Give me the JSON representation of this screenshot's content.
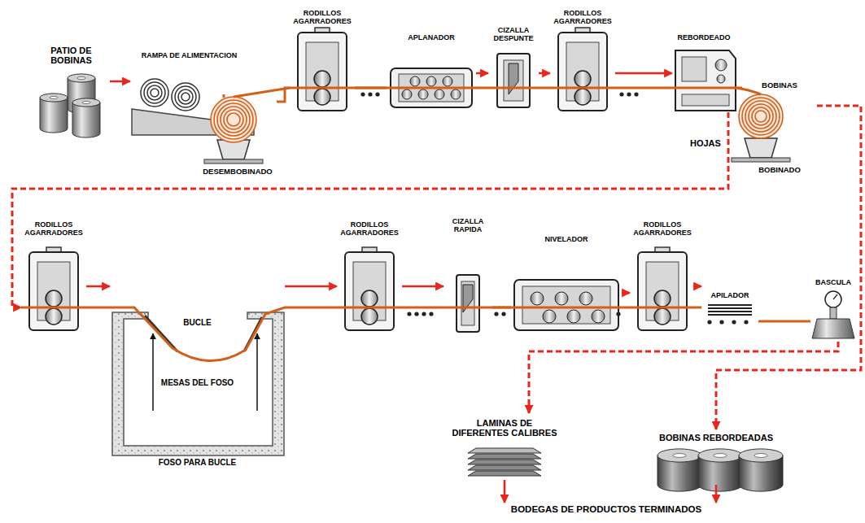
{
  "diagram": {
    "nodes": [
      {
        "text": [
          "PATIO DE BOBINAS"
        ]
      },
      {
        "text": [
          "RAMPA DE ALIMENTACION"
        ]
      },
      {
        "text": [
          "DESEMBOBINADO"
        ]
      },
      {
        "text": [
          "RODILLOS AGARRADORES"
        ]
      },
      {
        "text": [
          "APLANADOR"
        ]
      },
      {
        "text": [
          "CIZALLA DESPUNTE"
        ]
      },
      {
        "text": [
          "RODILLOS AGARRADORES"
        ]
      },
      {
        "text": [
          "REBORDEADO"
        ]
      },
      {
        "text": [
          "BOBINAS",
          "BOBINADO"
        ]
      },
      {
        "text": [
          "RODILLOS AGARRADORES"
        ]
      },
      {
        "text": [
          "BUCLE",
          "MESAS DEL FOSO",
          "FOSO PARA BUCLE"
        ]
      },
      {
        "text": [
          "RODILLOS AGARRADORES"
        ]
      },
      {
        "text": [
          "CIZALLA RAPIDA"
        ]
      },
      {
        "text": [
          "NIVELADOR"
        ]
      },
      {
        "text": [
          "RODILLOS AGARRADORES"
        ]
      },
      {
        "text": [
          "APILADOR"
        ]
      },
      {
        "text": [
          "BASCULA"
        ]
      },
      {
        "text": [
          "LAMINAS DE DIFERENTES CALIBRES"
        ]
      },
      {
        "text": [
          "BOBINAS REBORDEADAS"
        ]
      },
      {
        "text": [
          "BODEGAS DE PRODUCTOS TERMINADOS"
        ]
      }
    ],
    "edges": [
      {
        "from": 0,
        "to": 1,
        "arrow": "to"
      },
      {
        "from": 1,
        "to": 2,
        "arrow": "none"
      },
      {
        "from": 2,
        "to": 3,
        "arrow": "none"
      },
      {
        "from": 3,
        "to": 4,
        "arrow": "none"
      },
      {
        "from": 4,
        "to": 5,
        "arrow": "to"
      },
      {
        "from": 5,
        "to": 6,
        "arrow": "to"
      },
      {
        "from": 6,
        "to": 7,
        "arrow": "to"
      },
      {
        "from": 7,
        "to": 8,
        "arrow": "none"
      },
      {
        "from": 7,
        "to": 9,
        "label": "HOJAS",
        "arrow": "to"
      },
      {
        "from": 8,
        "to": 18,
        "arrow": "to"
      },
      {
        "from": 9,
        "to": 10,
        "arrow": "to"
      },
      {
        "from": 10,
        "to": 11,
        "arrow": "to"
      },
      {
        "from": 11,
        "to": 12,
        "arrow": "to"
      },
      {
        "from": 12,
        "to": 13,
        "arrow": "none"
      },
      {
        "from": 13,
        "to": 14,
        "arrow": "to"
      },
      {
        "from": 14,
        "to": 15,
        "arrow": "to"
      },
      {
        "from": 15,
        "to": 16,
        "arrow": "none"
      },
      {
        "from": 16,
        "to": 17,
        "arrow": "to"
      },
      {
        "from": 17,
        "to": 19,
        "arrow": "to"
      },
      {
        "from": 18,
        "to": 19,
        "arrow": "to"
      }
    ]
  }
}
